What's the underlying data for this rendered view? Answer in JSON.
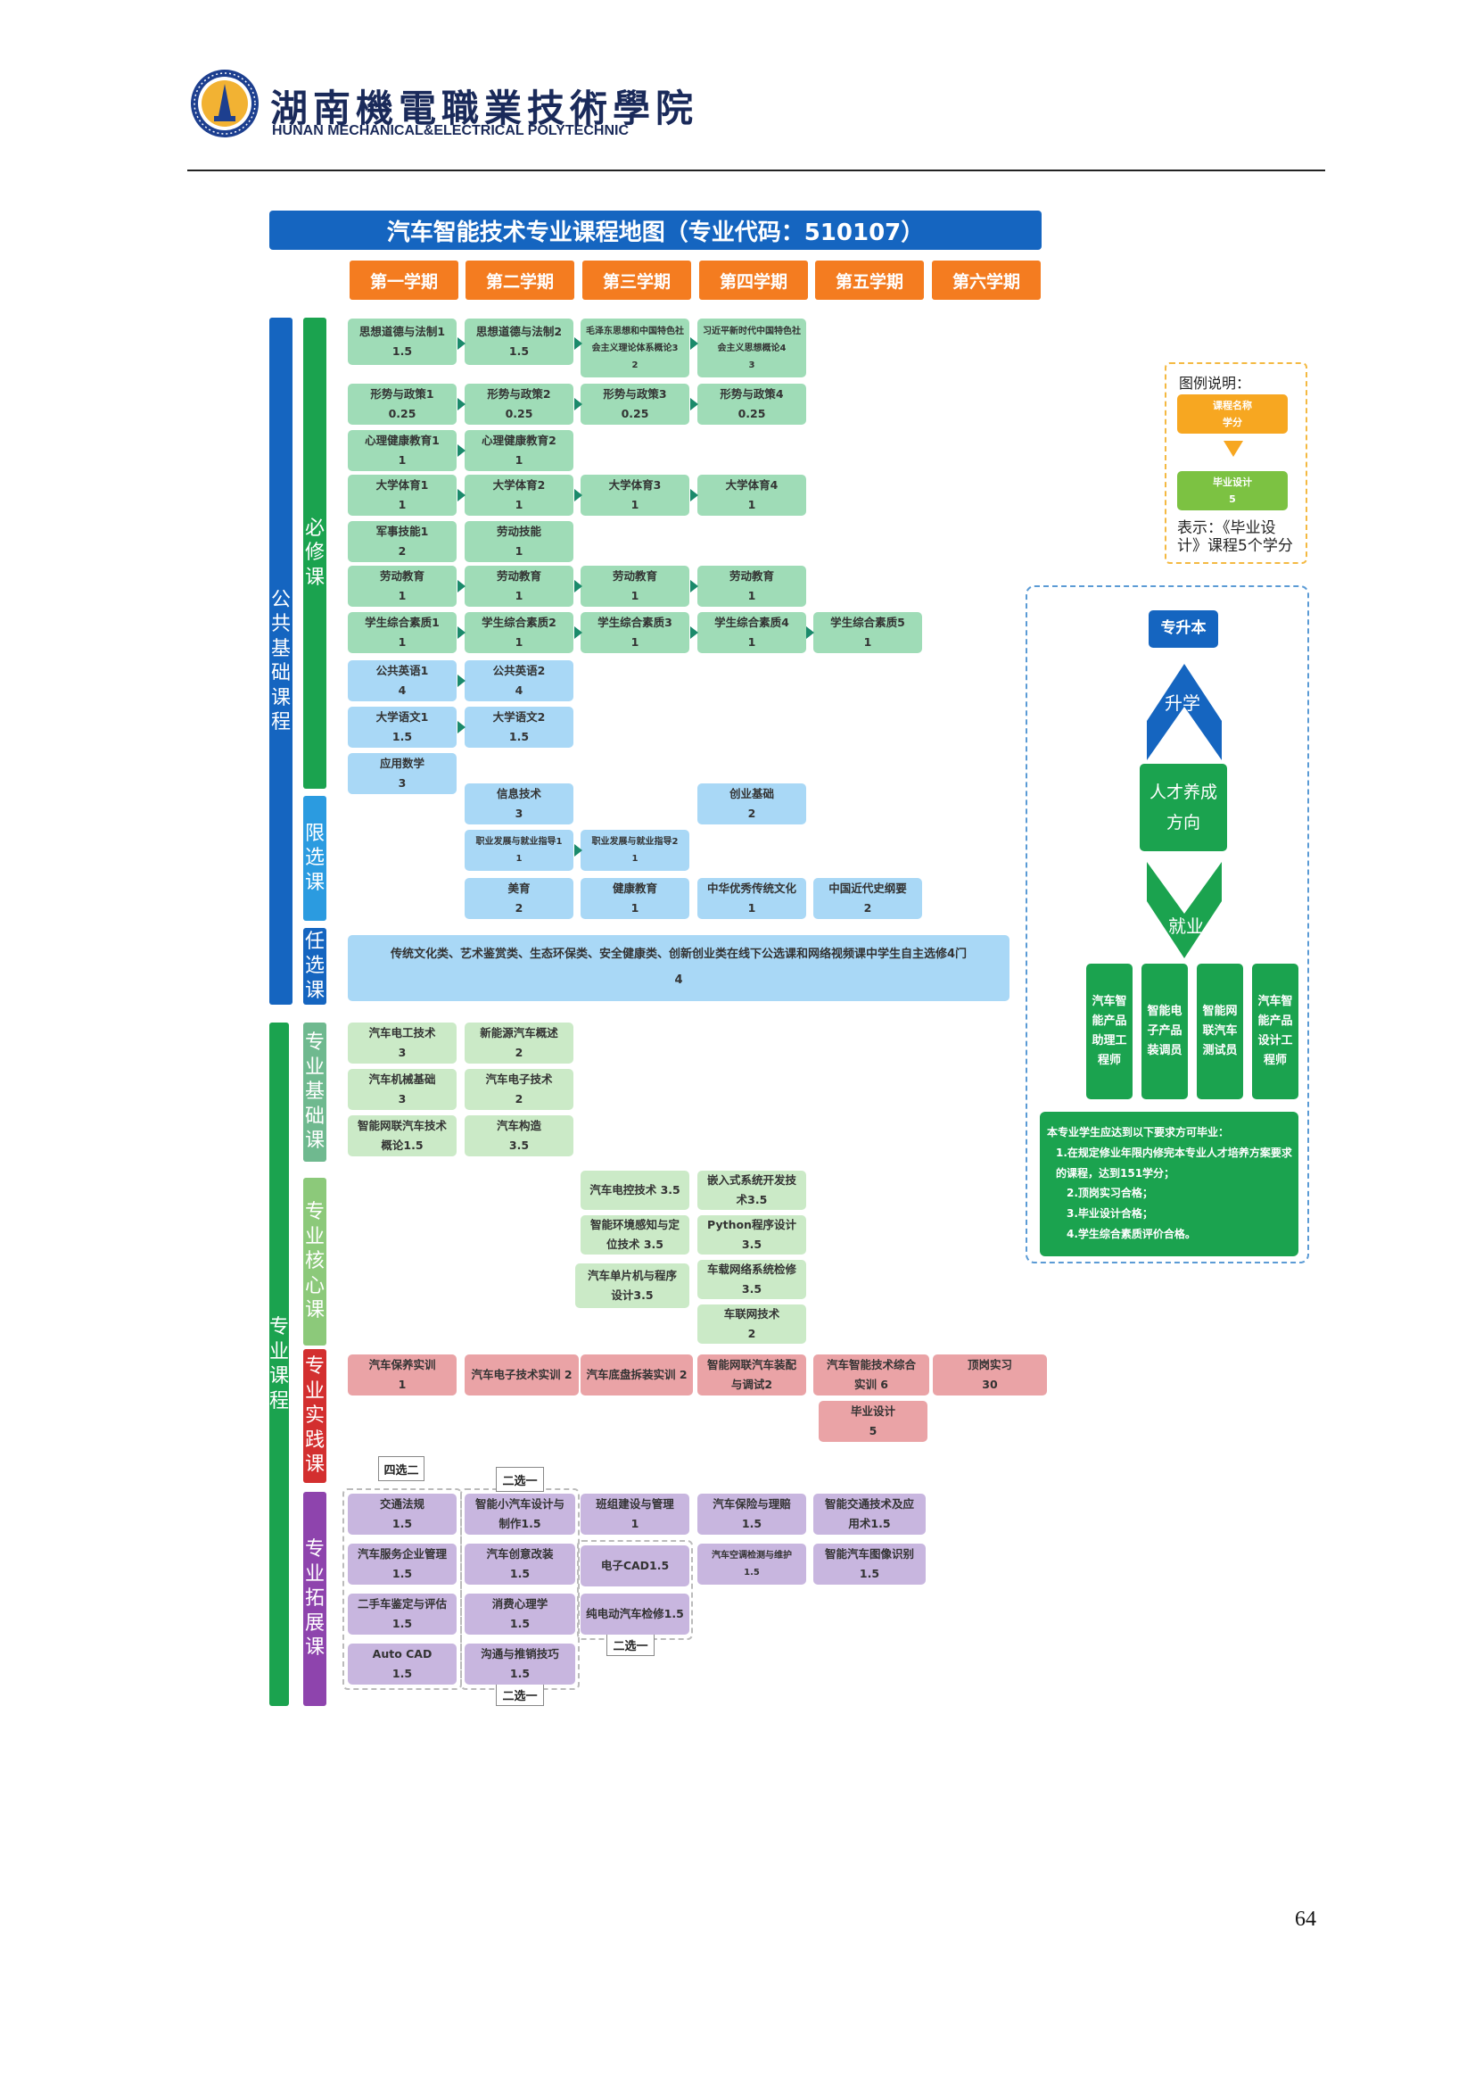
{
  "header": {
    "school_cn": "湖南機電職業技術學院",
    "school_en": "HUNAN MECHANICAL&ELECTRICAL POLYTECHNIC"
  },
  "title": "汽车智能技术专业课程地图（专业代码：510107）",
  "semesters": [
    "第一学期",
    "第二学期",
    "第三学期",
    "第四学期",
    "第五学期",
    "第六学期"
  ],
  "categories": {
    "public": "公\n共\n基\n础\n课\n程",
    "required": "必\n修\n课",
    "limited": "限\n选\n课",
    "optional": "任\n选\n课",
    "professional": "专\n业\n课\n程",
    "pro_basic": "专\n业\n基\n础\n课",
    "pro_core": "专\n业\n核\n心\n课",
    "pro_practice": "专\n业\n实\n践\n课",
    "pro_ext": "专\n业\n拓\n展\n课"
  },
  "courses": {
    "sz1": "思想道德与法制1\n1.5",
    "sz2": "思想道德与法制2\n1.5",
    "mao": "毛泽东思想和中国特色社\n会主义理论体系概论3\n2",
    "xi": "习近平新时代中国特色社\n会主义思想概论4\n3",
    "xs1": "形势与政策1\n0.25",
    "xs2": "形势与政策2\n0.25",
    "xs3": "形势与政策3\n0.25",
    "xs4": "形势与政策4\n0.25",
    "xl1": "心理健康教育1\n1",
    "xl2": "心理健康教育2\n1",
    "ty1": "大学体育1\n1",
    "ty2": "大学体育2\n1",
    "ty3": "大学体育3\n1",
    "ty4": "大学体育4\n1",
    "js": "军事技能1\n2",
    "ldjn": "劳动技能\n1",
    "ld1": "劳动教育\n1",
    "ld2": "劳动教育\n1",
    "ld3": "劳动教育\n1",
    "ld4": "劳动教育\n1",
    "zh1": "学生综合素质1\n1",
    "zh2": "学生综合素质2\n1",
    "zh3": "学生综合素质3\n1",
    "zh4": "学生综合素质4\n1",
    "zh5": "学生综合素质5\n1",
    "yy1": "公共英语1\n4",
    "yy2": "公共英语2\n4",
    "yw1": "大学语文1\n1.5",
    "yw2": "大学语文2\n1.5",
    "sx": "应用数学\n3",
    "xx": "信息技术\n3",
    "cy": "创业基础\n2",
    "zy1": "职业发展与就业指导1\n1",
    "zy2": "职业发展与就业指导2\n1",
    "my": "美育\n2",
    "jk": "健康教育\n1",
    "zh": "中华优秀传统文化\n1",
    "jd": "中国近代史纲要\n2",
    "rx": "传统文化类、艺术鉴赏类、生态环保类、安全健康类、创新创业类在线下公选课和网络视频课中学生自主选修4门\n4",
    "dg": "汽车电工技术\n3",
    "xny": "新能源汽车概述\n2",
    "jx": "汽车机械基础\n3",
    "dz": "汽车电子技术\n2",
    "znwl": "智能网联汽车技术\n概论1.5",
    "gz": "汽车构造\n3.5",
    "dk": "汽车电控技术 3.5",
    "qrs": "嵌入式系统开发技\n术3.5",
    "hj": "智能环境感知与定\n位技术 3.5",
    "py": "Python程序设计\n3.5",
    "dpj": "汽车单片机与程序\n设计3.5",
    "cz": "车载网络系统检修\n3.5",
    "clw": "车联网技术\n2",
    "by": "汽车保养实训\n1",
    "dzsx": "汽车电子技术实训 2",
    "dp": "汽车底盘拆装实训 2",
    "zp": "智能网联汽车装配\n与调试2",
    "zhsx": "汽车智能技术综合\n实训 6",
    "dgsx": "顶岗实习\n30",
    "bysj": "毕业设计\n5",
    "jt": "交通法规\n1.5",
    "fw": "汽车服务企业管理\n1.5",
    "es": "二手车鉴定与评估\n1.5",
    "cad": "Auto CAD\n1.5",
    "xxqc": "智能小汽车设计与\n制作1.5",
    "cygz": "汽车创意改装\n1.5",
    "xf": "消费心理学\n1.5",
    "gt": "沟通与推销技巧\n1.5",
    "bz": "班组建设与管理\n1",
    "dcad": "电子CAD1.5",
    "cdqc": "纯电动汽车检修1.5",
    "bx": "汽车保险与理赔\n1.5",
    "kt": "汽车空调检测与维护\n1.5",
    "znjt": "智能交通技术及应\n用术1.5",
    "tx": "智能汽车图像识别\n1.5"
  },
  "choices": {
    "c1": "四选二",
    "c2": "二选一",
    "c3": "二选一",
    "c4": "二选一"
  },
  "legend": {
    "title": "图例说明：",
    "course": "课程名称\n学分",
    "thesis": "毕业设计\n5",
    "note": "表示：《毕业设\n计》课程5个学分"
  },
  "pathway": {
    "top": "专升本",
    "up": "升学",
    "center": "人才养成\n方向",
    "down": "就业",
    "jobs": [
      "汽车智\n能产品\n助理工\n程师",
      "智能电\n子产品\n装调员",
      "智能网\n联汽车\n测试员",
      "汽车智\n能产品\n设计工\n程师"
    ],
    "grad_title": "本专业学生应达到以下要求方可毕业：",
    "grad_items": [
      "1.在规定修业年限内修完本专业人才培养方案要求的课程，达到151学分；",
      "2.顶岗实习合格；",
      "3.毕业设计合格；",
      "4.学生综合素质评价合格。"
    ]
  },
  "page_number": "64"
}
